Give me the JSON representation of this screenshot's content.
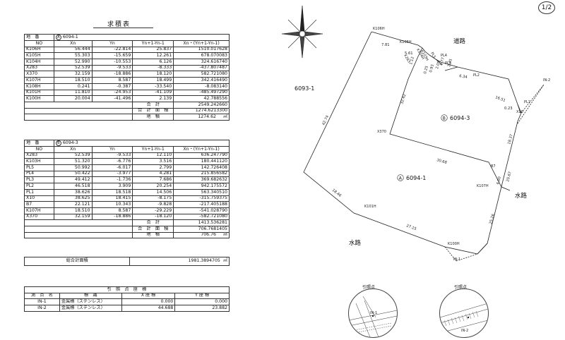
{
  "page_number": "1/2",
  "table_title": "求積表",
  "parcel_a": {
    "label_key": "地　番",
    "badge": "A",
    "number": "6094-1",
    "headers": [
      "NO",
      "Xn",
      "Yn",
      "Yn+1-Yn-1",
      "Xn・(Yn+1-Yn-1)"
    ],
    "rows": [
      [
        "K106H",
        "56.444",
        "-22.814",
        "25.837",
        "1510.017628"
      ],
      [
        "K105H",
        "55.303",
        "-15.659",
        "12.261",
        "678.070083"
      ],
      [
        "K104H",
        "52.990",
        "-10.553",
        "6.126",
        "324.616740"
      ],
      [
        "X283",
        "52.539",
        "-9.533",
        "-8.333",
        "-437.807487"
      ],
      [
        "X370",
        "32.159",
        "-18.886",
        "18.120",
        "582.721080"
      ],
      [
        "K107H",
        "18.510",
        "8.587",
        "18.499",
        "342.416490"
      ],
      [
        "K108H",
        "0.241",
        "-0.387",
        "-33.540",
        "-8.083140"
      ],
      [
        "K101H",
        "11.810",
        "-24.953",
        "-41.109",
        "-485.497290"
      ],
      [
        "K100H",
        "20.004",
        "-41.496",
        "2.139",
        "42.788556"
      ]
    ],
    "total_label": "合　計",
    "total": "2549.242660",
    "combined_label": "合　計　面　積",
    "combined": "1274.6213300",
    "area_label": "地　積",
    "area": "1274.62",
    "area_unit": "㎡"
  },
  "parcel_b": {
    "label_key": "地　番",
    "badge": "B",
    "number": "6094-3",
    "headers": [
      "NO",
      "Xn",
      "Yn",
      "Yn+1-Yn-1",
      "Xn・(Yn+1-Yn-1)"
    ],
    "rows": [
      [
        "X283",
        "52.539",
        "-9.533",
        "12.110",
        "636.247790"
      ],
      [
        "K103H",
        "51.320",
        "-6.776",
        "3.516",
        "180.441120"
      ],
      [
        "PL5",
        "50.992",
        "-6.017",
        "2.799",
        "142.726408"
      ],
      [
        "PL4",
        "50.422",
        "-3.977",
        "4.281",
        "215.856582"
      ],
      [
        "PL3",
        "49.412",
        "-1.736",
        "7.686",
        "369.682632"
      ],
      [
        "PL2",
        "46.518",
        "3.909",
        "20.254",
        "942.175572"
      ],
      [
        "PL1",
        "38.626",
        "18.518",
        "14.506",
        "563.340510"
      ],
      [
        "X10",
        "38.625",
        "18.415",
        "-8.175",
        "-315.759375"
      ],
      [
        "B7",
        "22.121",
        "10.343",
        "-9.828",
        "-217.405188"
      ],
      [
        "K107H",
        "18.510",
        "8.587",
        "-29.229",
        "-541.028790"
      ],
      [
        "X370",
        "32.159",
        "-18.886",
        "-18.120",
        "-582.721080"
      ]
    ],
    "total_label": "合　計",
    "total": "1413.536281",
    "combined_label": "合　計　面　積",
    "combined": "706.7681405",
    "area_label": "地　積",
    "area": "706.76",
    "area_unit": "㎡"
  },
  "grand_total": {
    "label": "総合計面積",
    "value": "1981.3894705",
    "unit": "㎡"
  },
  "reference_points": {
    "title": "引　照　点　座　標",
    "headers": [
      "測　点　名",
      "標　識",
      "X 座 標",
      "Y 座 標"
    ],
    "rows": [
      [
        "IN-1",
        "金属標（ステンレス）",
        "0.000",
        "0.000"
      ],
      [
        "IN-2",
        "金属標（ステンレス）",
        "44.688",
        "23.882"
      ]
    ]
  },
  "map": {
    "road_top": "道路",
    "waterway_right": "水路",
    "waterway_bottom": "水路",
    "parcel_left": "6093-1",
    "parcel_a_badge": "A",
    "parcel_a_number": "6094-1",
    "parcel_b_badge": "B",
    "parcel_b_number": "6094-3",
    "points": [
      "K106H",
      "K105H",
      "K104H",
      "K103H",
      "X283",
      "PL5",
      "PL4",
      "PL3",
      "PL2",
      "PL1",
      "X10",
      "B7",
      "K107H",
      "X370",
      "K101H",
      "K100H",
      "IN-1",
      "IN-2"
    ],
    "distances": [
      "7.81",
      "5.61",
      "1.12",
      "0.25",
      "0.93",
      "2.09",
      "0.77",
      "2.45",
      "6.34",
      "16.51",
      "0.23",
      "42.74",
      "32.42",
      "30.68",
      "4.00",
      "18.37",
      "20.67",
      "18.46",
      "27.15",
      "25.26"
    ]
  },
  "insets": {
    "label_1": "引照点",
    "label_2": "引照点",
    "point_1": "IN-1",
    "point_2": "IN-2"
  }
}
